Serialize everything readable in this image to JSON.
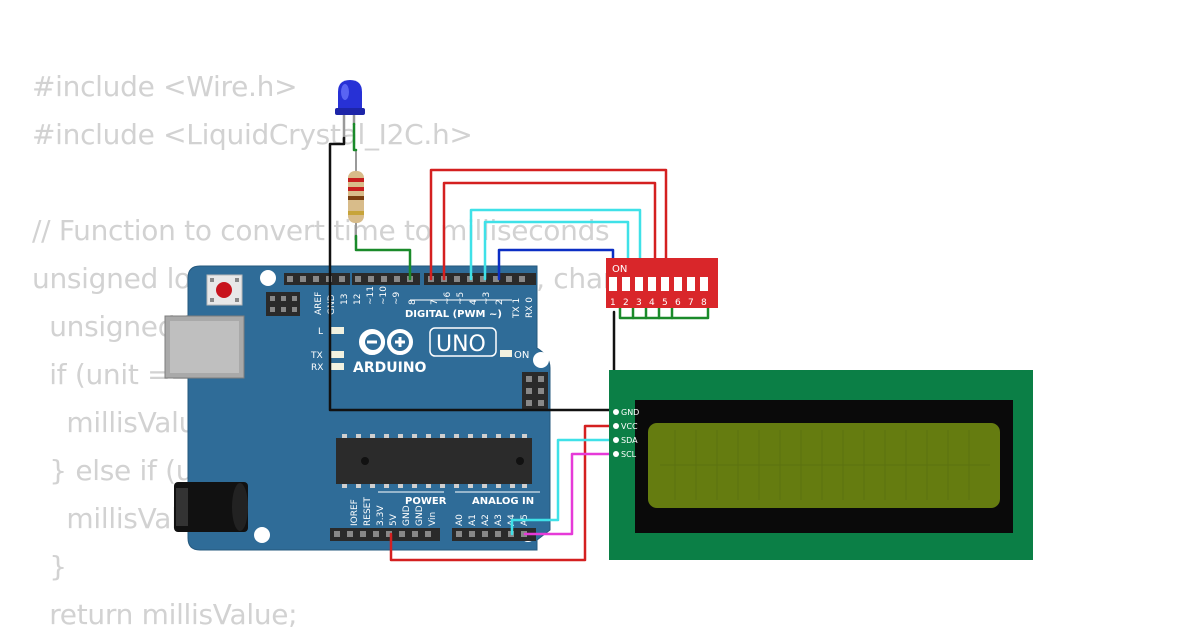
{
  "code_lines": [
    "#include <Wire.h>",
    "#include <LiquidCrystal_I2C.h>",
    "",
    "// Function to convert time to milliseconds",
    "unsigned long timeToMillis(float time, char unit) {",
    "  unsigned long millisValue = 0;",
    "  if (unit == 's') {",
    "    millisValue = time * 1000;",
    "  } else if (unit == 'm') {",
    "    millisValue = time * 60000;",
    "  }",
    "  return millisValue;"
  ],
  "arduino": {
    "brand": "ARDUINO",
    "model": "UNO",
    "digital_label": "DIGITAL (PWM ~)",
    "power_label": "POWER",
    "analog_label": "ANALOG IN",
    "on_label": "ON",
    "l_label": "L",
    "tx_label": "TX",
    "rx_label": "RX",
    "digital_pins": [
      "AREF",
      "GND",
      "13",
      "12",
      "~11",
      "~10",
      "~9",
      "8",
      "7",
      "~6",
      "~5",
      "4",
      "~3",
      "2",
      "TX 1",
      "RX 0"
    ],
    "power_pins": [
      "IOREF",
      "RESET",
      "3.3V",
      "5V",
      "GND",
      "GND",
      "Vin"
    ],
    "analog_pins": [
      "A0",
      "A1",
      "A2",
      "A3",
      "A4",
      "A5"
    ]
  },
  "dip_switch": {
    "on_label": "ON",
    "numbers": [
      "1",
      "2",
      "3",
      "4",
      "5",
      "6",
      "7",
      "8"
    ]
  },
  "lcd": {
    "pins": [
      "GND",
      "VCC",
      "SDA",
      "SCL"
    ]
  },
  "colors": {
    "board": "#2f6c98",
    "red_wire": "#d42020",
    "cyan_wire": "#3fe1e8",
    "blue_wire": "#0b2ec4",
    "green_wire": "#1a8a2a",
    "black_wire": "#111111",
    "magenta_wire": "#e63ad8",
    "lcd_pcb": "#0b7f46",
    "lcd_screen": "#657c10"
  }
}
